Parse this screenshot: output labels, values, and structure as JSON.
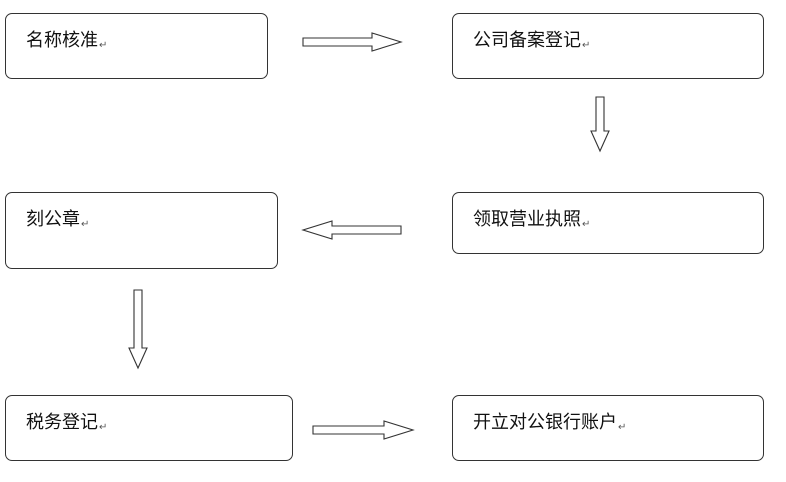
{
  "diagram": {
    "paragraph_mark": "↵",
    "nodes": [
      {
        "id": "name-approval",
        "label": "名称核准"
      },
      {
        "id": "company-filing",
        "label": "公司备案登记"
      },
      {
        "id": "business-license",
        "label": "领取营业执照"
      },
      {
        "id": "official-seal",
        "label": "刻公章"
      },
      {
        "id": "tax-registration",
        "label": "税务登记"
      },
      {
        "id": "bank-account",
        "label": "开立对公银行账户"
      }
    ],
    "edges": [
      {
        "from": "name-approval",
        "to": "company-filing"
      },
      {
        "from": "company-filing",
        "to": "business-license"
      },
      {
        "from": "business-license",
        "to": "official-seal"
      },
      {
        "from": "official-seal",
        "to": "tax-registration"
      },
      {
        "from": "tax-registration",
        "to": "bank-account"
      }
    ]
  }
}
